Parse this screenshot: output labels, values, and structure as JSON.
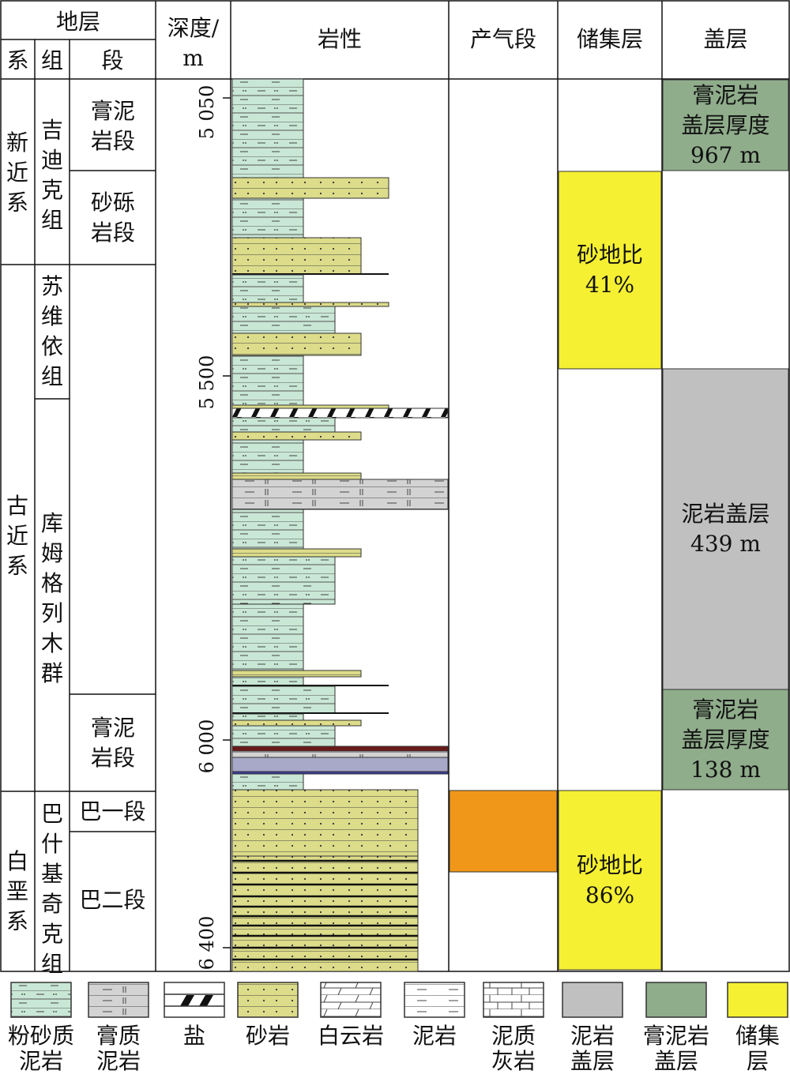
{
  "header": {
    "formation": "地层",
    "system": "系",
    "group": "组",
    "member": "段",
    "depth": "深度/",
    "depth_unit": "m",
    "lithology": "岩性",
    "gas_interval": "产气段",
    "reservoir": "储集层",
    "caprock": "盖层"
  },
  "systems": [
    "新近系",
    "古近系",
    "白垩系"
  ],
  "groups": [
    "吉迪克组",
    "苏维依组",
    "库姆格列木群",
    "巴什基奇克组"
  ],
  "members": [
    "膏泥岩段",
    "砂砾岩段",
    "膏泥岩段",
    "巴一段",
    "巴二段"
  ],
  "depth_ticks": [
    "5 050",
    "5 500",
    "6 000",
    "6 400"
  ],
  "reservoir_boxes": [
    {
      "text": "砂地比\n41%",
      "color": "#f5f032"
    },
    {
      "text": "砂地比\n86%",
      "color": "#f5f032"
    }
  ],
  "cap_boxes": [
    {
      "text": "膏泥岩\n盖层厚度\n967 m",
      "color": "#8fac8b"
    },
    {
      "text": "泥岩盖层\n439 m",
      "color": "#c0c0c0"
    },
    {
      "text": "膏泥岩\n盖层厚度\n138 m",
      "color": "#8fac8b"
    }
  ],
  "gas_color": "#f0971a",
  "legend": [
    {
      "label": "粉砂质\n泥岩",
      "icon": "silty-mudstone"
    },
    {
      "label": "膏质\n泥岩",
      "icon": "gypsum-mudstone"
    },
    {
      "label": "盐",
      "icon": "salt"
    },
    {
      "label": "砂岩",
      "icon": "sandstone"
    },
    {
      "label": "白云岩",
      "icon": "dolomite"
    },
    {
      "label": "泥岩",
      "icon": "mudstone"
    },
    {
      "label": "泥质\n灰岩",
      "icon": "argillaceous-limestone"
    },
    {
      "label": "泥岩\n盖层",
      "icon": "mudstone-caprock"
    },
    {
      "label": "膏泥岩\n盖层",
      "icon": "gypsum-mudstone-caprock"
    },
    {
      "label": "储集\n层",
      "icon": "reservoir"
    }
  ]
}
